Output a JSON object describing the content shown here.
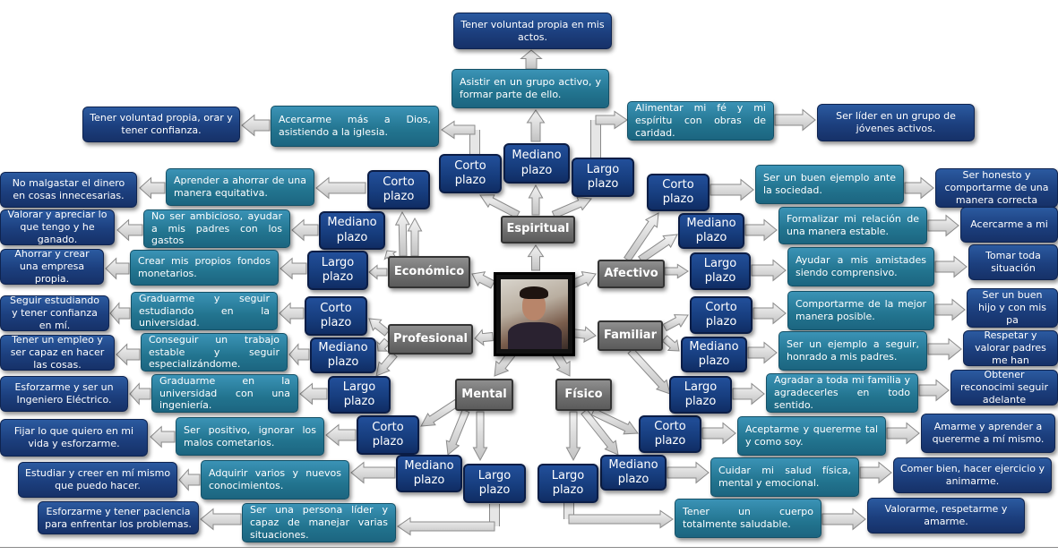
{
  "center": {
    "photo": "person-photo"
  },
  "categories": {
    "espiritual": "Espiritual",
    "economico": "Económico",
    "profesional": "Profesional",
    "mental": "Mental",
    "fisico": "Físico",
    "afectivo": "Afectivo",
    "familiar": "Familiar"
  },
  "terms": {
    "corto": "Corto plazo",
    "mediano": "Mediano plazo",
    "largo": "Largo plazo"
  },
  "espiritual": {
    "corto_goal": "Acercarme más a Dios, asistiendo a la iglesia.",
    "corto_next": "Tener voluntad propia, orar y tener confianza.",
    "mediano_goal": "Asistir en un grupo activo, y formar parte de ello.",
    "mediano_next": "Tener voluntad propia en mis actos.",
    "largo_goal": "Alimentar mi fé y mi espíritu con obras de caridad.",
    "largo_next": "Ser líder en un grupo de jóvenes activos."
  },
  "economico": {
    "corto_goal": "Aprender a ahorrar de una manera equitativa.",
    "corto_next": "No malgastar el dinero en cosas innecesarias.",
    "mediano_goal": "No ser ambicioso, ayudar a mis padres con los gastos",
    "mediano_next": "Valorar y apreciar lo que tengo y he ganado.",
    "largo_goal": "Crear mis propios fondos monetarios.",
    "largo_next": "Ahorrar y crear una empresa propia."
  },
  "profesional": {
    "corto_goal": "Graduarme y seguir estudiando en la universidad.",
    "corto_next": "Seguir estudiando y tener confianza en mí.",
    "mediano_goal": "Conseguir un trabajo estable y seguir especializándome.",
    "mediano_next": "Tener un empleo y ser capaz en hacer las cosas.",
    "largo_goal": "Graduarme en la universidad con una ingeniería.",
    "largo_next": "Esforzarme y ser un Ingeniero Eléctrico."
  },
  "mental": {
    "corto_goal": "Ser positivo, ignorar los malos cometarios.",
    "corto_next": "Fijar lo que quiero en mi vida y esforzarme.",
    "mediano_goal": "Adquirir varios y nuevos conocimientos.",
    "mediano_next": "Estudiar y creer en mí mismo que puedo hacer.",
    "largo_goal": "Ser una persona líder y capaz de manejar varias situaciones.",
    "largo_next": "Esforzarme y tener paciencia para enfrentar los problemas."
  },
  "fisico": {
    "corto_goal": "Aceptarme y quererme tal y como soy.",
    "corto_next": "Amarme y aprender a quererme a mí mismo.",
    "mediano_goal": "Cuidar mi salud física, mental y emocional.",
    "mediano_next": "Comer bien, hacer ejercicio y animarme.",
    "largo_goal": "Tener un cuerpo totalmente saludable.",
    "largo_next": "Valorarme, respetarme y amarme."
  },
  "afectivo": {
    "corto_goal": "Ser un buen ejemplo ante la sociedad.",
    "corto_next": "Ser honesto y comportarme de una manera correcta",
    "mediano_goal": "Formalizar mi relación de una manera estable.",
    "mediano_next": "Acercarme a mi",
    "largo_goal": "Ayudar a mis amistades siendo comprensivo.",
    "largo_next": "Tomar toda situación"
  },
  "familiar": {
    "corto_goal": "Comportarme de la mejor manera posible.",
    "corto_next": "Ser un buen hijo y con mis pa",
    "mediano_goal": "Ser un ejemplo a seguir, honrado a mis padres.",
    "mediano_next": "Respetar y valorar padres me han",
    "largo_goal": "Agradar a toda mi familia y agradecerles en todo sentido.",
    "largo_next": "Obtener reconocimi seguir adelante"
  }
}
